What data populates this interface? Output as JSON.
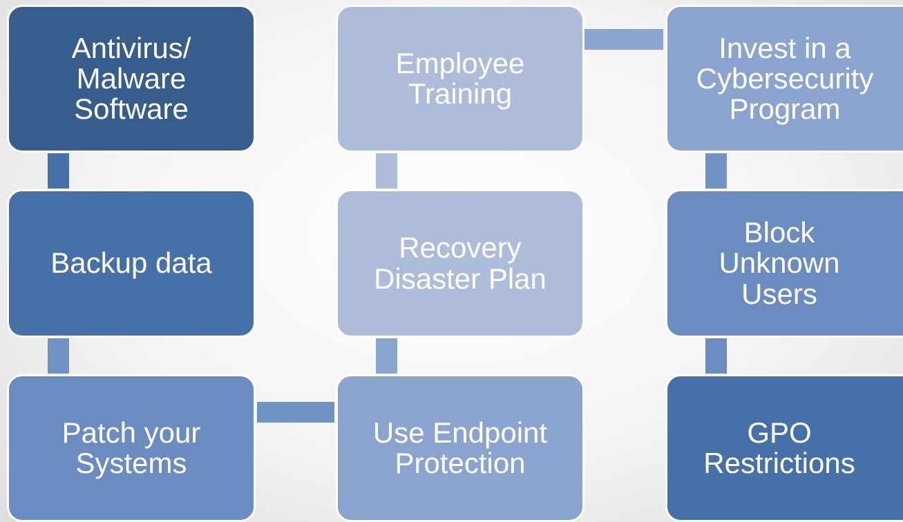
{
  "flow": {
    "col1": {
      "box1": {
        "label": "Antivirus/\nMalware\nSoftware",
        "color": "#365d8c"
      },
      "box2": {
        "label": "Backup data",
        "color": "#4670a8"
      },
      "box3": {
        "label": "Patch your\nSystems",
        "color": "#6a8cc0"
      }
    },
    "col2": {
      "box1": {
        "label": "Employee\nTraining",
        "color": "#acbcd9"
      },
      "box2": {
        "label": "Recovery\nDisaster Plan",
        "color": "#acbcd9"
      },
      "box3": {
        "label": "Use Endpoint\nProtection",
        "color": "#8aa3cf"
      }
    },
    "col3": {
      "box1": {
        "label": "Invest in a\nCybersecurity\nProgram",
        "color": "#8aa3cf"
      },
      "box2": {
        "label": "Block\nUnknown\nUsers",
        "color": "#6a8cc0"
      },
      "box3": {
        "label": "GPO\nRestrictions",
        "color": "#4670a8"
      }
    }
  },
  "connector_colors": {
    "dark": "#4670a8",
    "mid": "#7193c4",
    "light": "#acbcd9"
  }
}
